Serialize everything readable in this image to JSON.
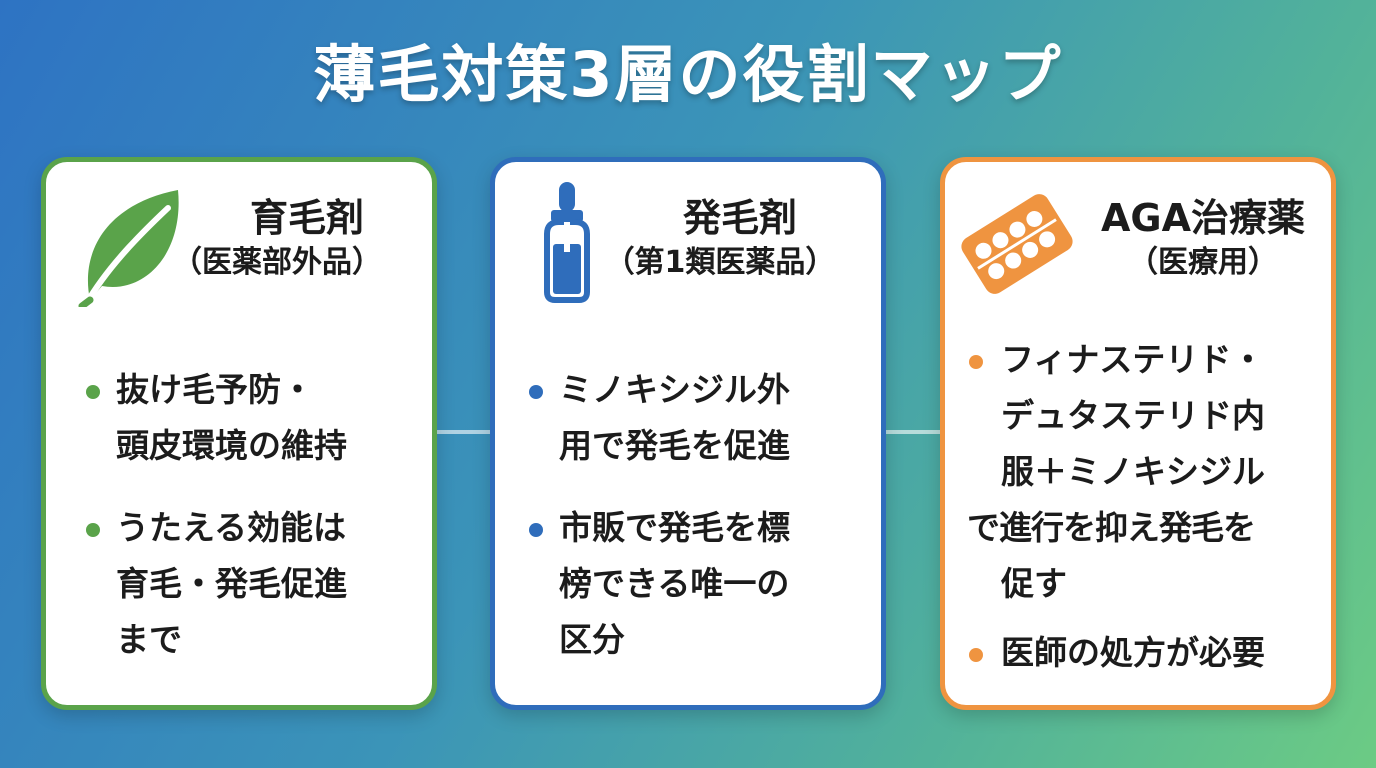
{
  "title": "薄毛対策3層の役割マップ",
  "cards": [
    {
      "name": "育毛剤",
      "category": "（医薬部外品）",
      "icon": "leaf-icon",
      "color": "#5aa34a",
      "bullets": [
        {
          "lines": [
            "抜け毛予防・",
            "頭皮環境の維持"
          ]
        },
        {
          "lines": [
            "うたえる効能は",
            "育毛・発毛促進",
            "まで"
          ]
        }
      ]
    },
    {
      "name": "発毛剤",
      "category": "（第1類医薬品）",
      "icon": "dropper-bottle-icon",
      "color": "#2f6dbb",
      "bullets": [
        {
          "lines": [
            "ミノキシジル外",
            "用で発毛を促進"
          ]
        },
        {
          "lines": [
            "市販で発毛を標",
            "榜できる唯一の",
            "区分"
          ]
        }
      ]
    },
    {
      "name": "AGA治療薬",
      "category": "（医療用）",
      "icon": "pill-pack-icon",
      "color": "#ef9440",
      "bullets": [
        {
          "lines": [
            "フィナステリド・",
            "デュタステリド内",
            "服＋ミノキシジル",
            "で進行を抑え発毛を",
            "促す"
          ]
        },
        {
          "lines": [
            "医師の処方が必要"
          ]
        }
      ]
    }
  ]
}
